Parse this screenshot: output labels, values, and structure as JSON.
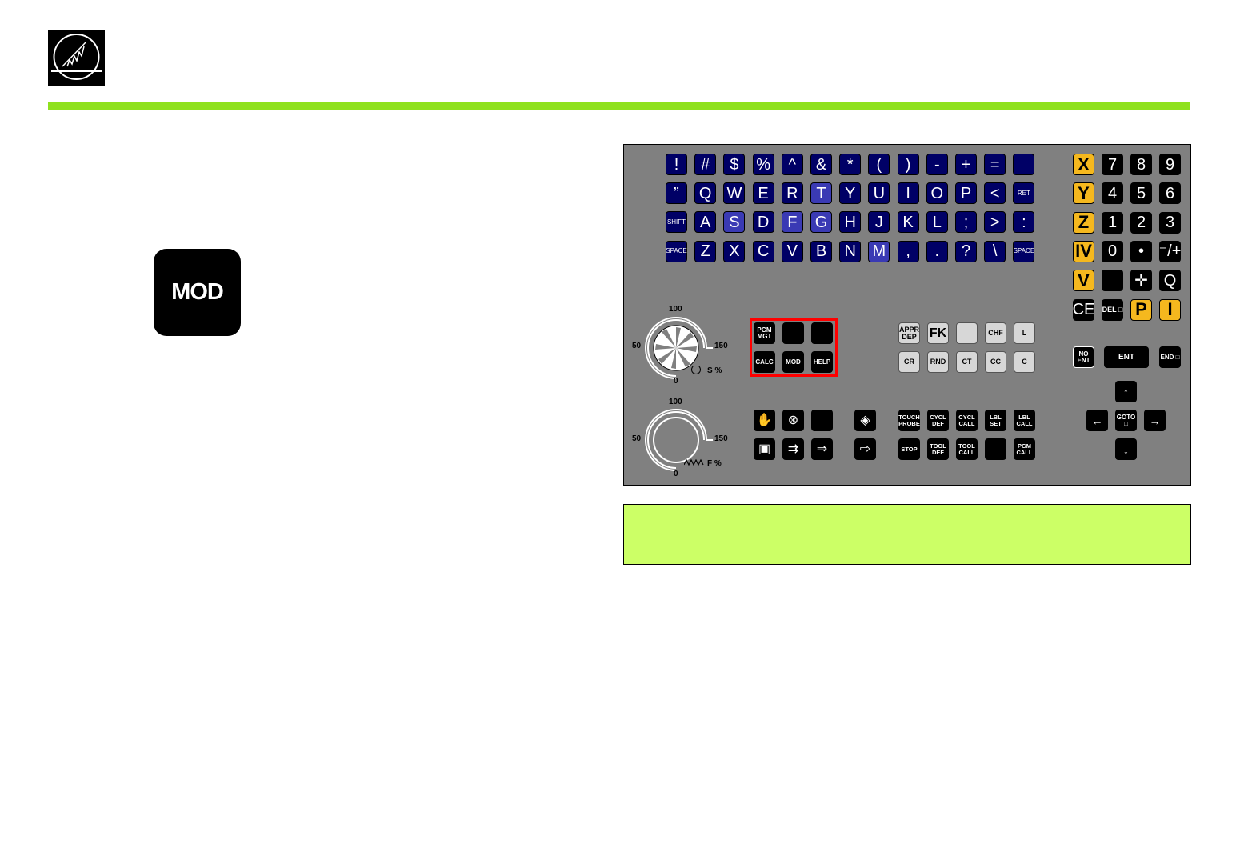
{
  "logo": {
    "icon": "heidenhain-wave-logo-icon"
  },
  "mod_key": {
    "label": "MOD"
  },
  "colors": {
    "green_bar": "#8fe11e",
    "panel": "#808080",
    "info_box": "#ccff66",
    "key_navy": "#000066",
    "key_axis": "#f5b81e",
    "highlight": "#ff0000"
  },
  "alpha_rows": [
    [
      {
        "label": "!",
        "style": "navy"
      },
      {
        "label": "#",
        "style": "navy"
      },
      {
        "label": "$",
        "style": "navy"
      },
      {
        "label": "%",
        "style": "navy"
      },
      {
        "label": "^",
        "style": "navy"
      },
      {
        "label": "&",
        "style": "navy"
      },
      {
        "label": "*",
        "style": "navy"
      },
      {
        "label": "(",
        "style": "navy"
      },
      {
        "label": ")",
        "style": "navy"
      },
      {
        "label": "-",
        "style": "navy"
      },
      {
        "label": "+",
        "style": "navy"
      },
      {
        "label": "=",
        "style": "navy"
      },
      {
        "label": "",
        "style": "navy"
      }
    ],
    [
      {
        "label": "”",
        "style": "navy"
      },
      {
        "label": "Q",
        "style": "navy"
      },
      {
        "label": "W",
        "style": "navy"
      },
      {
        "label": "E",
        "style": "navy"
      },
      {
        "label": "R",
        "style": "navy"
      },
      {
        "label": "T",
        "style": "blue"
      },
      {
        "label": "Y",
        "style": "navy"
      },
      {
        "label": "U",
        "style": "navy"
      },
      {
        "label": "I",
        "style": "navy"
      },
      {
        "label": "O",
        "style": "navy"
      },
      {
        "label": "P",
        "style": "navy"
      },
      {
        "label": "<",
        "style": "navy"
      },
      {
        "label": "RET",
        "style": "navy tiny"
      }
    ],
    [
      {
        "label": "SHIFT",
        "style": "navy tiny"
      },
      {
        "label": "A",
        "style": "navy"
      },
      {
        "label": "S",
        "style": "blue"
      },
      {
        "label": "D",
        "style": "navy"
      },
      {
        "label": "F",
        "style": "blue"
      },
      {
        "label": "G",
        "style": "blue"
      },
      {
        "label": "H",
        "style": "navy"
      },
      {
        "label": "J",
        "style": "navy"
      },
      {
        "label": "K",
        "style": "navy"
      },
      {
        "label": "L",
        "style": "navy"
      },
      {
        "label": ";",
        "style": "navy"
      },
      {
        "label": ">",
        "style": "navy"
      },
      {
        "label": ":",
        "style": "navy"
      }
    ],
    [
      {
        "label": "SPACE",
        "style": "navy tiny"
      },
      {
        "label": "Z",
        "style": "navy"
      },
      {
        "label": "X",
        "style": "navy"
      },
      {
        "label": "C",
        "style": "navy"
      },
      {
        "label": "V",
        "style": "navy"
      },
      {
        "label": "B",
        "style": "navy"
      },
      {
        "label": "N",
        "style": "navy"
      },
      {
        "label": "M",
        "style": "blue"
      },
      {
        "label": ",",
        "style": "navy"
      },
      {
        "label": ".",
        "style": "navy"
      },
      {
        "label": "?",
        "style": "navy"
      },
      {
        "label": "\\",
        "style": "navy"
      },
      {
        "label": "SPACE",
        "style": "navy tiny"
      }
    ]
  ],
  "num_rows": [
    [
      {
        "label": "X",
        "style": "org"
      },
      {
        "label": "7",
        "style": "blk"
      },
      {
        "label": "8",
        "style": "blk"
      },
      {
        "label": "9",
        "style": "blk"
      }
    ],
    [
      {
        "label": "Y",
        "style": "org"
      },
      {
        "label": "4",
        "style": "blk"
      },
      {
        "label": "5",
        "style": "blk"
      },
      {
        "label": "6",
        "style": "blk"
      }
    ],
    [
      {
        "label": "Z",
        "style": "org"
      },
      {
        "label": "1",
        "style": "blk"
      },
      {
        "label": "2",
        "style": "blk"
      },
      {
        "label": "3",
        "style": "blk"
      }
    ],
    [
      {
        "label": "IV",
        "style": "org"
      },
      {
        "label": "0",
        "style": "blk"
      },
      {
        "label": "•",
        "style": "blk"
      },
      {
        "label": "⁻/+",
        "style": "blk"
      }
    ],
    [
      {
        "label": "V",
        "style": "org"
      },
      {
        "label": "",
        "style": "blk"
      },
      {
        "label": "✛",
        "style": "blk"
      },
      {
        "label": "Q",
        "style": "blk"
      }
    ],
    [
      {
        "label": "CE",
        "style": "blk"
      },
      {
        "label": "DEL □",
        "style": "blk sm"
      },
      {
        "label": "P",
        "style": "org"
      },
      {
        "label": "I",
        "style": "org"
      }
    ]
  ],
  "pgm_keys": [
    [
      {
        "label": "PGM MGT"
      },
      {
        "label": ""
      },
      {
        "label": ""
      }
    ],
    [
      {
        "label": "CALC"
      },
      {
        "label": "MOD"
      },
      {
        "label": "HELP"
      }
    ]
  ],
  "path_keys": [
    [
      {
        "label": "APPR DEP",
        "style": "lg"
      },
      {
        "label": "FK",
        "style": "lg big"
      },
      {
        "label": "",
        "style": "lg"
      },
      {
        "label": "CHF",
        "style": "lg"
      },
      {
        "label": "L",
        "style": "lg"
      }
    ],
    [
      {
        "label": "CR",
        "style": "lg"
      },
      {
        "label": "RND",
        "style": "lg"
      },
      {
        "label": "CT",
        "style": "lg"
      },
      {
        "label": "CC",
        "style": "lg"
      },
      {
        "label": "C",
        "style": "lg"
      }
    ]
  ],
  "mode_keys": [
    [
      {
        "label": "✋",
        "icon": "manual-mode-icon"
      },
      {
        "label": "⊛",
        "icon": "handwheel-icon"
      },
      {
        "label": "",
        "icon": "blank"
      },
      {
        "label": "◈",
        "icon": "positioning-mdi-icon"
      }
    ],
    [
      {
        "label": "▣",
        "icon": "program-run-single-icon"
      },
      {
        "label": "⇉",
        "icon": "program-run-full-icon"
      },
      {
        "label": "⇒",
        "icon": "program-test-icon"
      },
      {
        "label": "⇨",
        "icon": "programming-edit-icon"
      }
    ]
  ],
  "cycle_keys": [
    [
      {
        "label": "TOUCH PROBE"
      },
      {
        "label": "CYCL DEF"
      },
      {
        "label": "CYCL CALL"
      },
      {
        "label": "LBL SET"
      },
      {
        "label": "LBL CALL"
      }
    ],
    [
      {
        "label": "STOP"
      },
      {
        "label": "TOOL DEF"
      },
      {
        "label": "TOOL CALL"
      },
      {
        "label": ""
      },
      {
        "label": "PGM CALL"
      }
    ]
  ],
  "entry_keys": {
    "no_ent": "NO ENT",
    "ent": "ENT",
    "end": "END □"
  },
  "arrow_keys": {
    "up": "↑",
    "left": "←",
    "goto": "GOTO □",
    "right": "→",
    "down": "↓"
  },
  "dials": [
    {
      "name": "spindle-override",
      "top": "100",
      "left": "50",
      "right": "150",
      "bottom": "0",
      "caption": "S %",
      "icon": "spindle-rotation-icon"
    },
    {
      "name": "feed-override",
      "top": "100",
      "left": "50",
      "right": "150",
      "bottom": "0",
      "caption": "F %",
      "icon": "feed-zigzag-icon"
    }
  ]
}
